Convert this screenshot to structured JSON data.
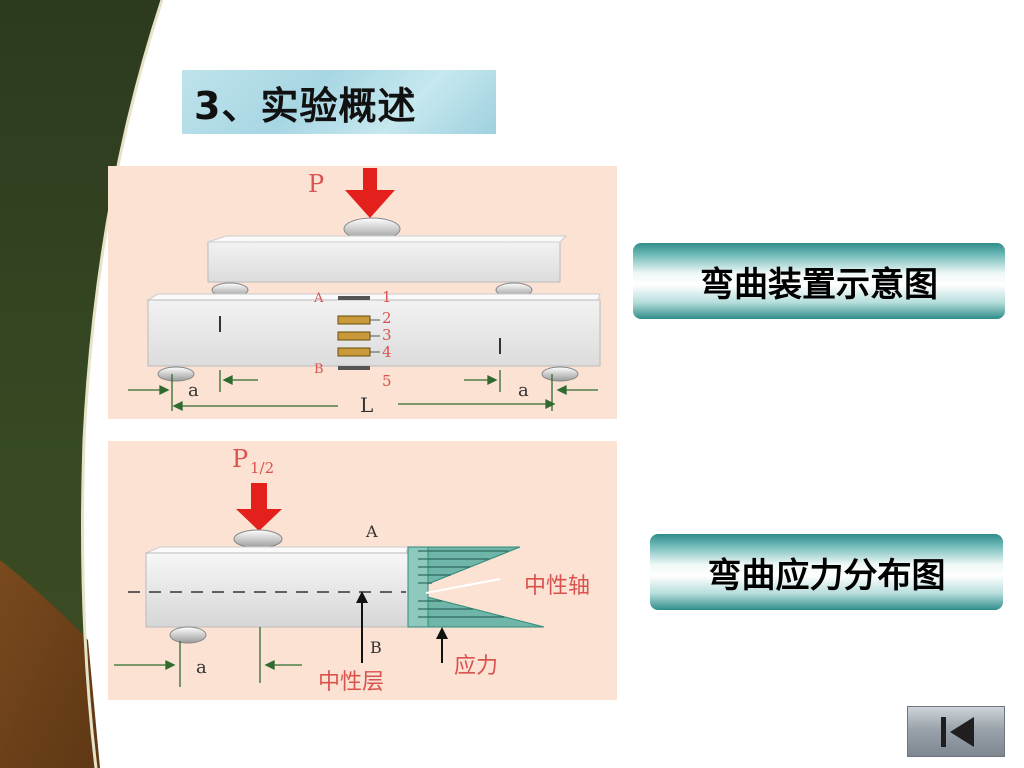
{
  "slide": {
    "title": "3、实验概述"
  },
  "diagram_setup": {
    "caption": "弯曲装置示意图",
    "load_label": "P",
    "point_a": "A",
    "point_b": "B",
    "gauge_numbers": [
      "1",
      "2",
      "3",
      "4",
      "5"
    ],
    "dim_a_left": "a",
    "dim_a_right": "a",
    "dim_span": "L"
  },
  "diagram_stress": {
    "caption": "弯曲应力分布图",
    "load_label": "P",
    "load_sub": "1/2",
    "point_a": "A",
    "point_b": "B",
    "dim_a": "a",
    "neutral_axis_label": "中性轴",
    "neutral_layer_label": "中性层",
    "stress_label": "应力"
  },
  "nav": {
    "icon": "skip-back-icon"
  },
  "colors": {
    "panel_bg": "#fbe2d3",
    "arrow_red": "#e3201b",
    "teal": "#2e8d8a",
    "stress_green": "#2f8a7a"
  }
}
